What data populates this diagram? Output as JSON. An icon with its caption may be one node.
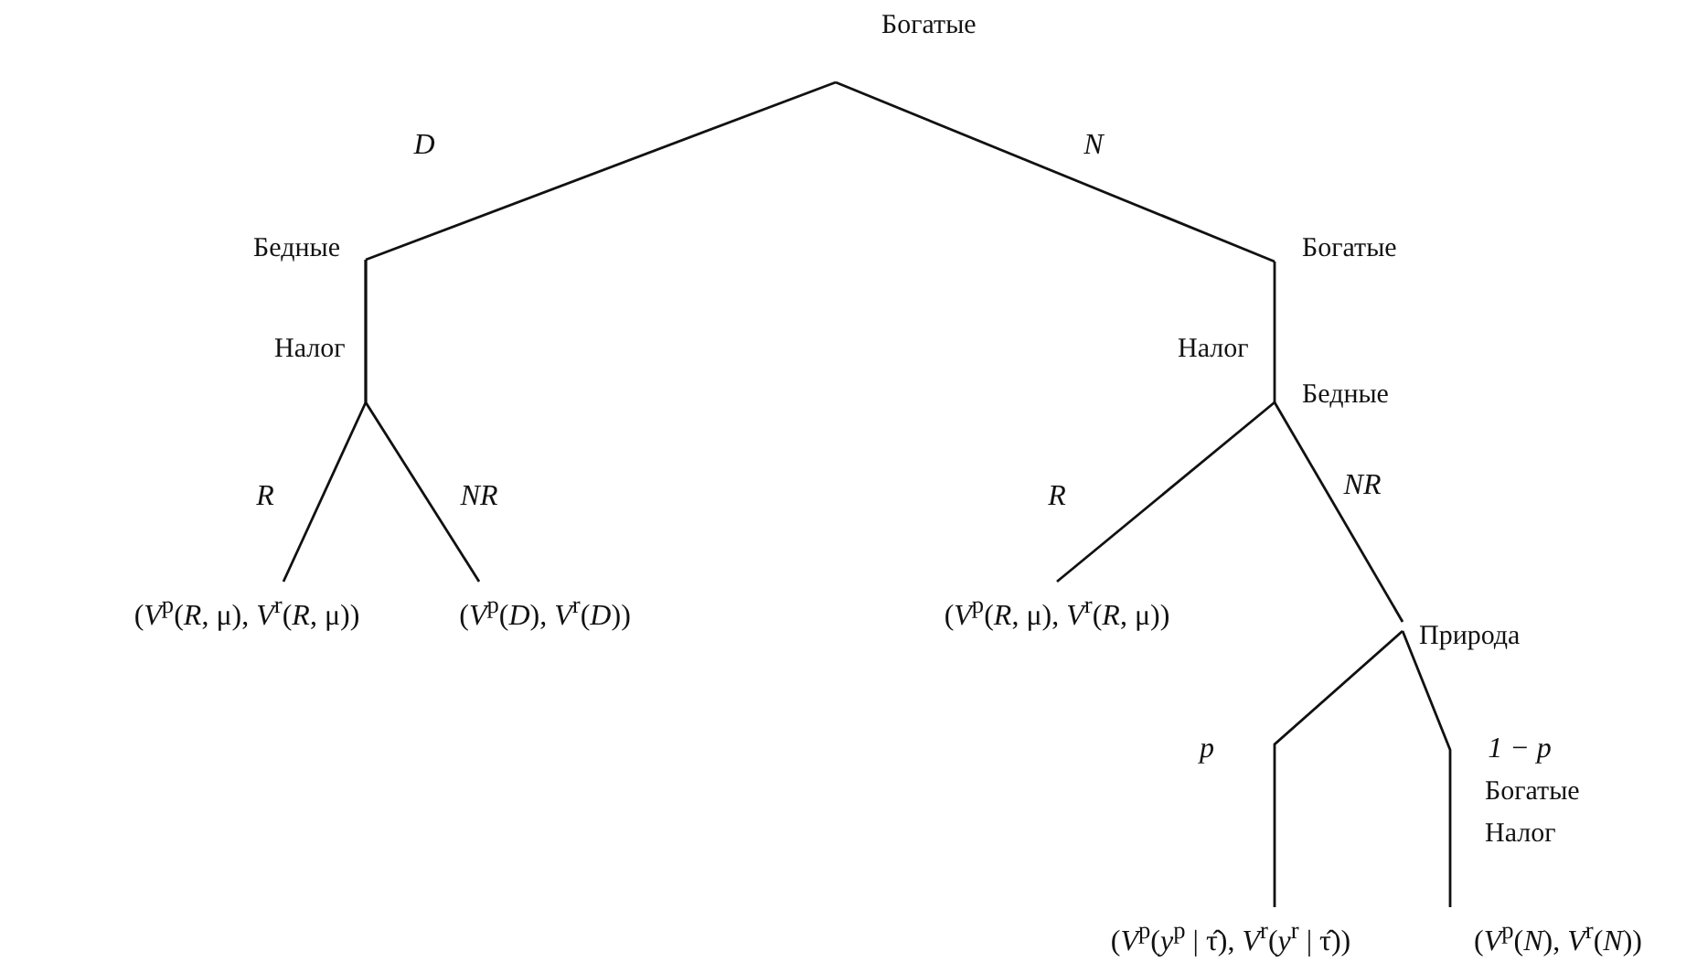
{
  "diagram": {
    "nodes": [
      {
        "text": [
          "Богатые"
        ]
      },
      {
        "text": [
          "Бедные"
        ],
        "beside": [
          "Налог"
        ]
      },
      {
        "text": [
          "(*V*$^{p}$(*R*, μ), *V*$^{r}$(*R*, μ))"
        ]
      },
      {
        "text": [
          "(*V*$^{p}$(*D*), *V*$^{r}$(*D*))"
        ]
      },
      {
        "text": [
          "Богатые"
        ],
        "beside": [
          "Налог"
        ]
      },
      {
        "text": [
          "Бедные"
        ]
      },
      {
        "text": [
          "(*V*$^{p}$(*R*, μ), *V*$^{r}$(*R*, μ))"
        ]
      },
      {
        "text": [
          "Природа"
        ]
      },
      {
        "text": [
          "(*V*$^{p}$(*y*$^{p}$ | τ̂), *V*$^{r}$(*y*$^{r}$ | τ̂))"
        ]
      },
      {
        "text": [
          "(*V*$^{p}$(*N*), *V*$^{r}$(*N*))"
        ]
      }
    ],
    "edges": [
      {
        "from": 0,
        "to": 1,
        "arrow": "none",
        "label": "D"
      },
      {
        "from": 0,
        "to": 4,
        "arrow": "none",
        "label": "N"
      },
      {
        "from": 1,
        "to": 2,
        "arrow": "none",
        "label": "R"
      },
      {
        "from": 1,
        "to": 3,
        "arrow": "none",
        "label": "NR"
      },
      {
        "from": 4,
        "to": 5,
        "arrow": "none"
      },
      {
        "from": 5,
        "to": 6,
        "arrow": "none",
        "label": "R"
      },
      {
        "from": 5,
        "to": 7,
        "arrow": "none",
        "label": "NR"
      },
      {
        "from": 7,
        "to": 8,
        "arrow": "none",
        "label": "p"
      },
      {
        "from": 7,
        "to": 9,
        "arrow": "none",
        "label": "1 − p"
      }
    ],
    "labels": [
      "Богатые",
      "Налог"
    ]
  }
}
